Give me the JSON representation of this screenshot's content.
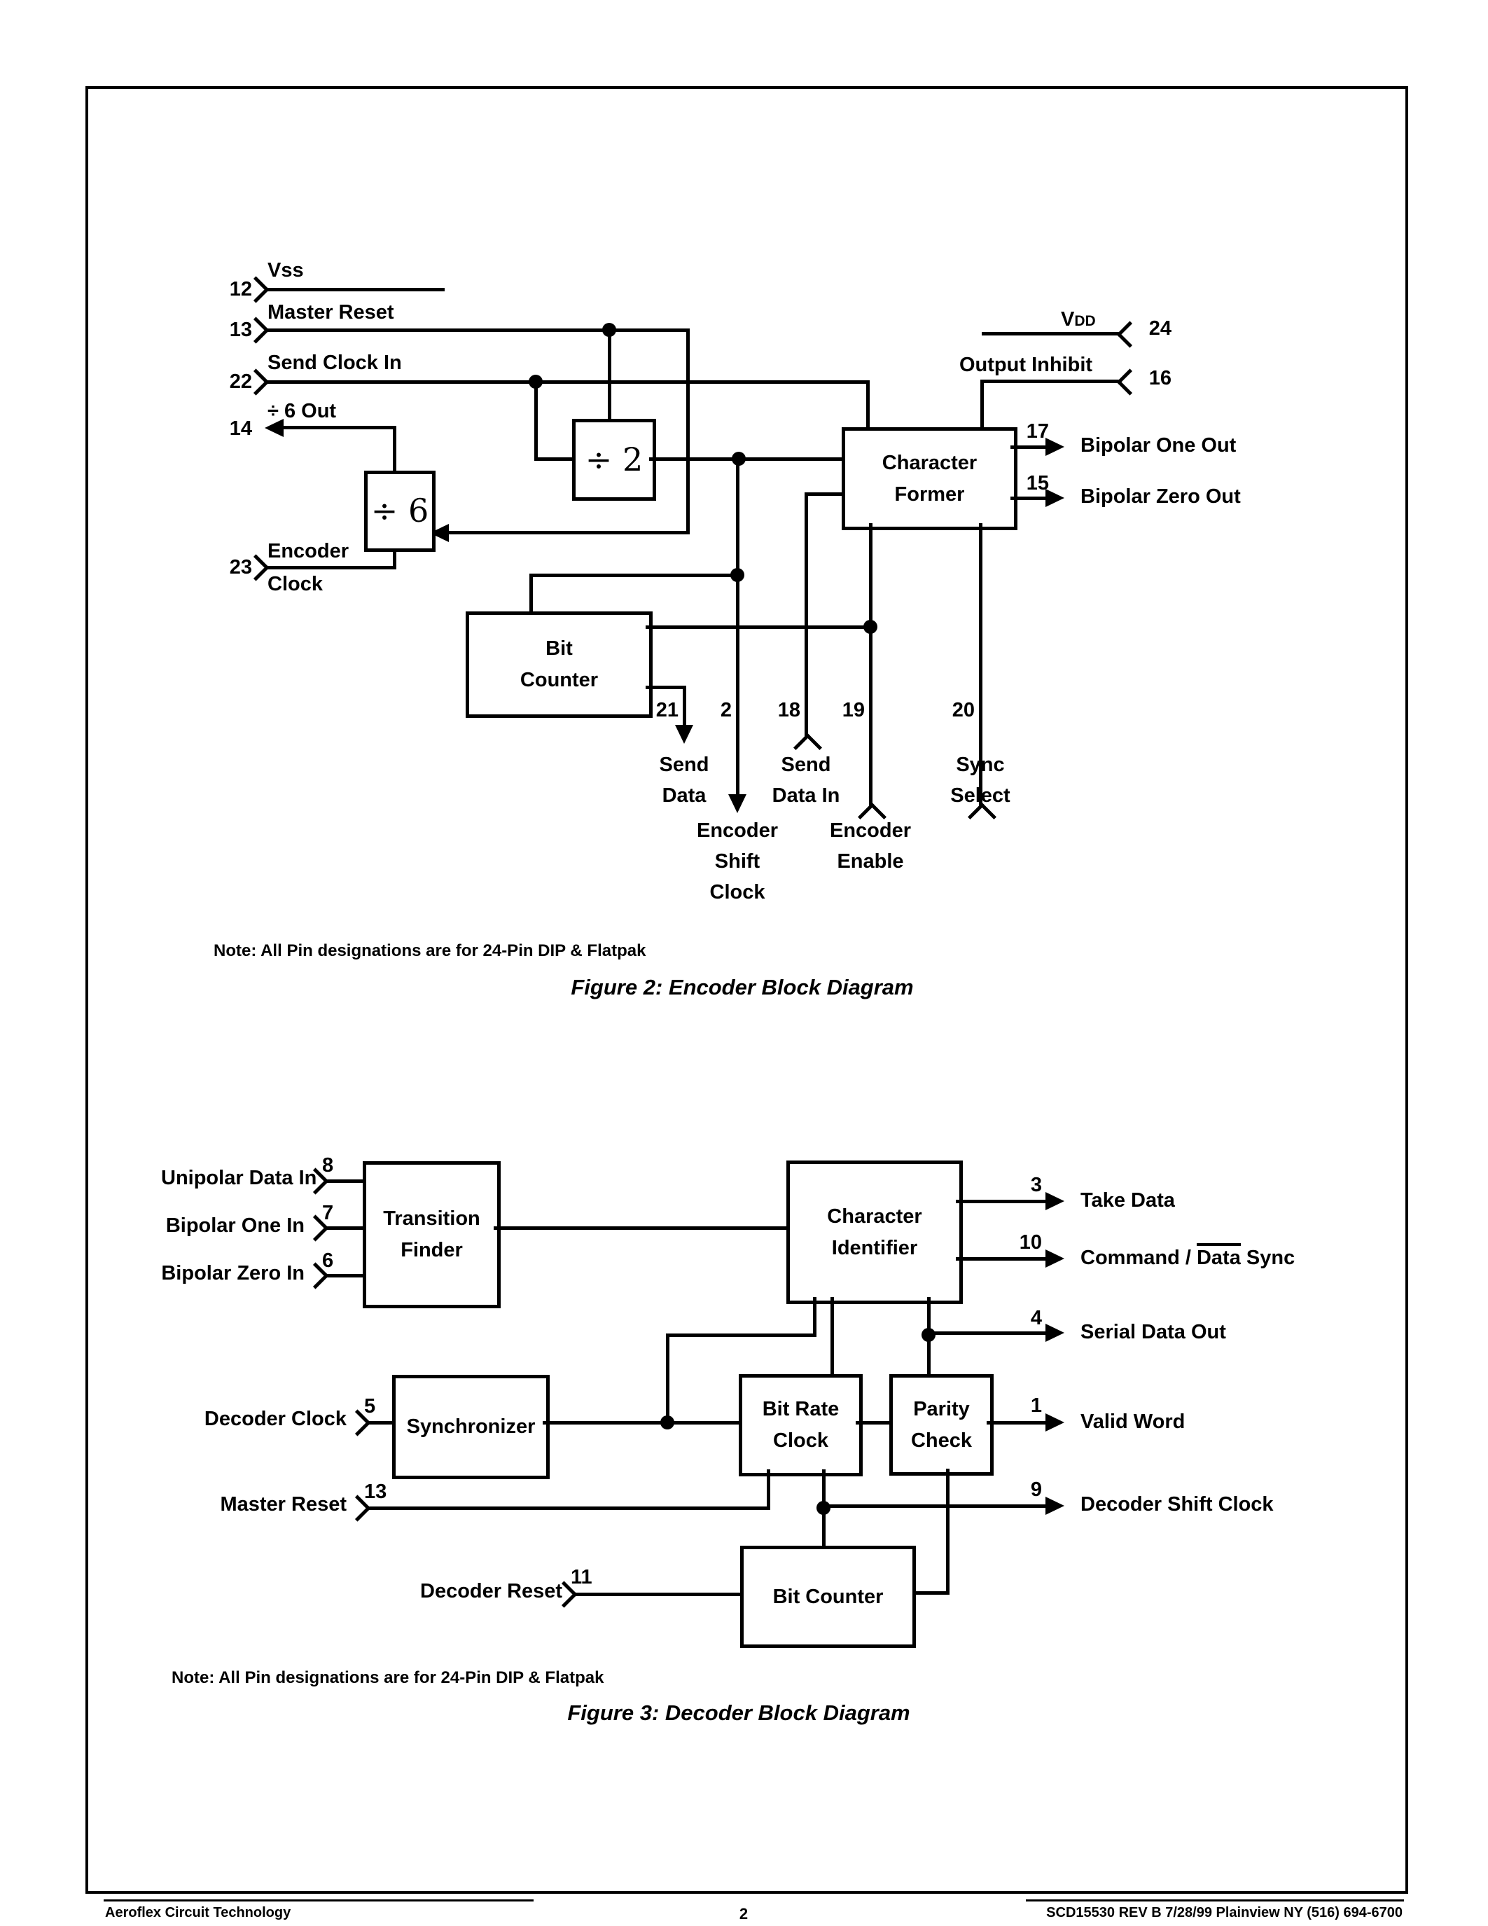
{
  "encoder": {
    "note": "Note: All Pin designations are for 24-Pin DIP & Flatpak",
    "caption": "Figure 2:  Encoder Block Diagram",
    "boxes": {
      "div2": "÷ 2",
      "div6": "÷ 6",
      "character_former_l1": "Character",
      "character_former_l2": "Former",
      "bit_counter_l1": "Bit",
      "bit_counter_l2": "Counter"
    },
    "pins": {
      "p12": {
        "num": "12",
        "label": "Vss"
      },
      "p13": {
        "num": "13",
        "label": "Master Reset"
      },
      "p22": {
        "num": "22",
        "label": "Send Clock In"
      },
      "p14": {
        "num": "14",
        "label": "÷ 6 Out"
      },
      "p23": {
        "num": "23",
        "l1": "Encoder",
        "l2": "Clock"
      },
      "p24": {
        "num": "24",
        "v": "V",
        "sub": "DD"
      },
      "p16": {
        "num": "16",
        "label": "Output Inhibit"
      },
      "p17": {
        "num": "17",
        "label": "Bipolar One Out"
      },
      "p15": {
        "num": "15",
        "label": "Bipolar Zero Out"
      },
      "p21": {
        "num": "21",
        "l1": "Send",
        "l2": "Data"
      },
      "p2": {
        "num": "2",
        "l1": "Encoder",
        "l2": "Shift",
        "l3": "Clock"
      },
      "p18": {
        "num": "18",
        "l1": "Send",
        "l2": "Data In"
      },
      "p19": {
        "num": "19",
        "l1": "Encoder",
        "l2": "Enable"
      },
      "p20": {
        "num": "20",
        "l1": "Sync",
        "l2": "Select"
      }
    }
  },
  "decoder": {
    "note": "Note: All Pin designations are for 24-Pin DIP & Flatpak",
    "caption": "Figure 3:  Decoder Block Diagram",
    "boxes": {
      "transition_finder_l1": "Transition",
      "transition_finder_l2": "Finder",
      "character_identifier_l1": "Character",
      "character_identifier_l2": "Identifier",
      "synchronizer": "Synchronizer",
      "bit_rate_clock_l1": "Bit Rate",
      "bit_rate_clock_l2": "Clock",
      "parity_check_l1": "Parity",
      "parity_check_l2": "Check",
      "bit_counter": "Bit Counter"
    },
    "pins": {
      "p8": {
        "num": "8",
        "label": "Unipolar Data In"
      },
      "p7": {
        "num": "7",
        "label": "Bipolar One In"
      },
      "p6": {
        "num": "6",
        "label": "Bipolar Zero In"
      },
      "p5": {
        "num": "5",
        "label": "Decoder Clock"
      },
      "p13": {
        "num": "13",
        "label": "Master Reset"
      },
      "p11": {
        "num": "11",
        "label": "Decoder Reset"
      },
      "p3": {
        "num": "3",
        "label": "Take Data"
      },
      "p10": {
        "num": "10",
        "pre": "Command / ",
        "over": "Data",
        "post": " Sync"
      },
      "p4": {
        "num": "4",
        "label": "Serial Data Out"
      },
      "p1": {
        "num": "1",
        "label": "Valid Word"
      },
      "p9": {
        "num": "9",
        "label": "Decoder Shift Clock"
      }
    }
  },
  "footer": {
    "left": "Aeroflex Circuit Technology",
    "page": "2",
    "right": "SCD15530 REV B 7/28/99  Plainview NY (516) 694-6700"
  }
}
